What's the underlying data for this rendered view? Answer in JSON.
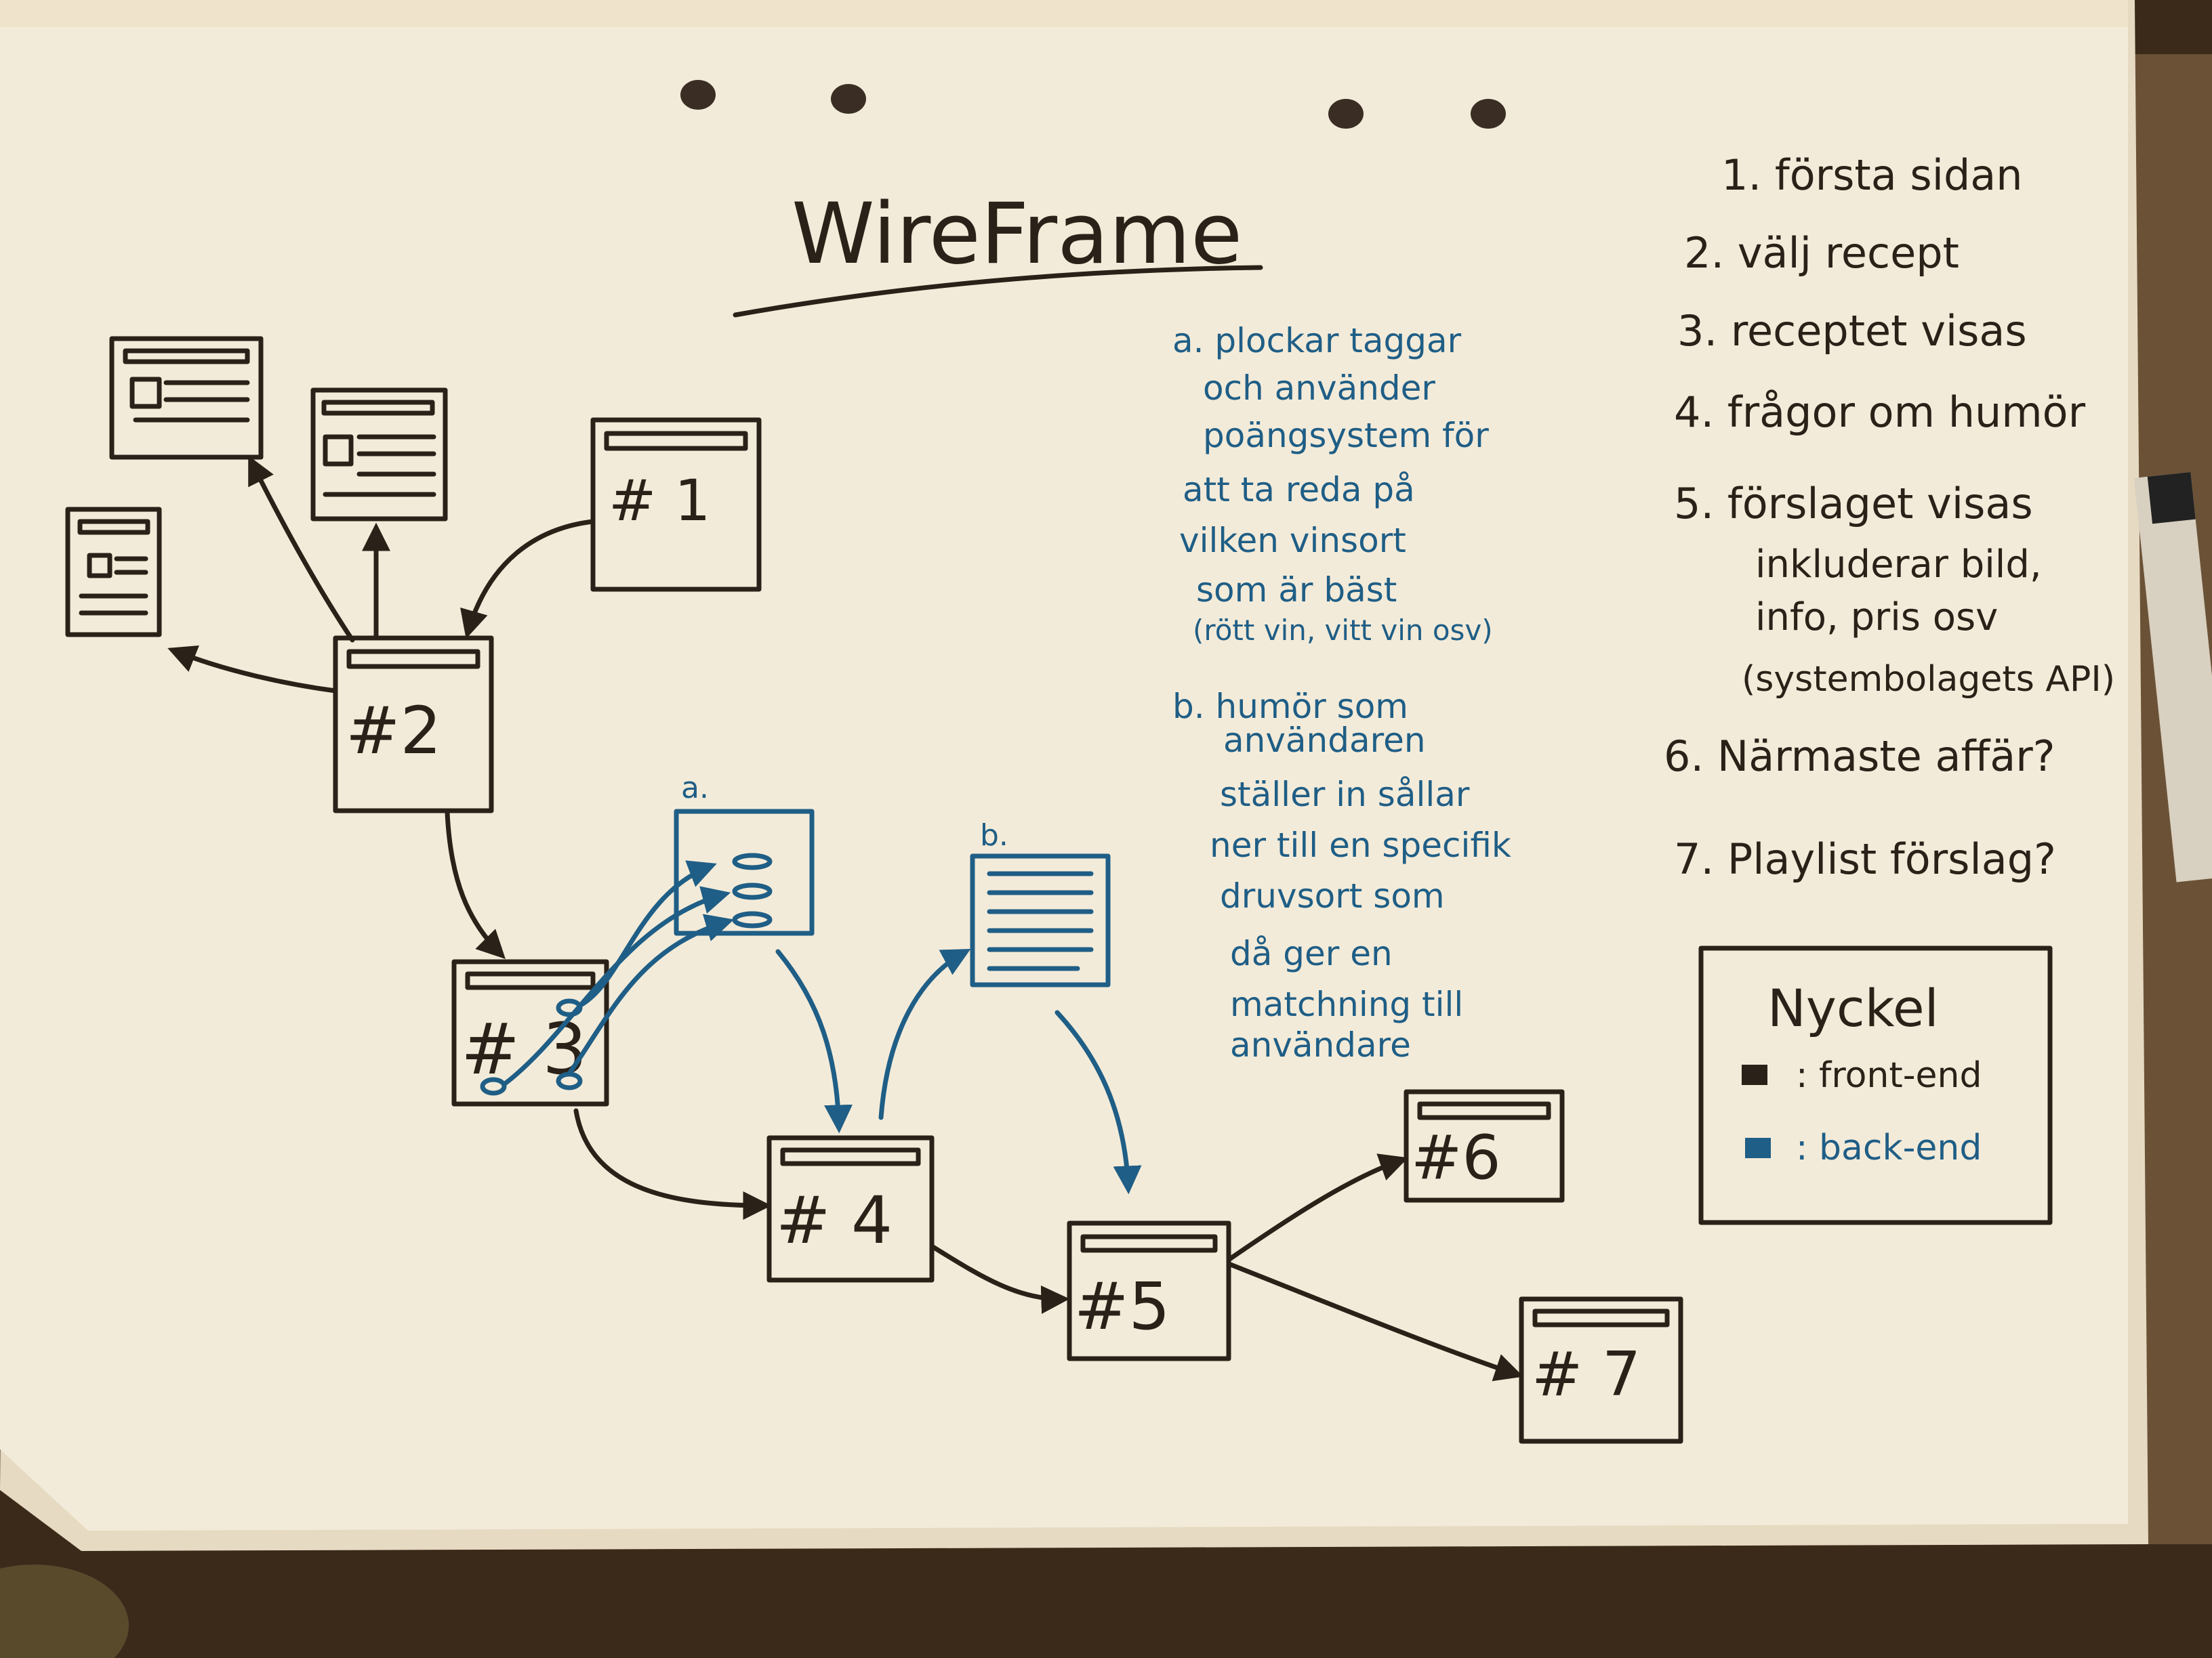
{
  "title": "WireFrame",
  "screens": {
    "s1": "# 1",
    "s2": "#2",
    "s3": "# 3",
    "s4": "# 4",
    "s5": "#5",
    "s6": "#6",
    "s7": "# 7"
  },
  "box_labels": {
    "a": "a.",
    "b": "b."
  },
  "notes_a": [
    "a. plockar taggar",
    "och använder",
    "poängsystem för",
    "att ta reda på",
    "vilken vinsort",
    "som är bäst",
    "(rött vin, vitt vin osv)"
  ],
  "notes_b": [
    "b. humör som",
    "användaren",
    "ställer in sållar",
    "ner till en specifik",
    "druvsort som",
    "då ger en",
    "matchning till",
    "användare"
  ],
  "list": [
    "1. första sidan",
    "2. välj recept",
    "3. receptet visas",
    "4. frågor om humör",
    "5. förslaget visas",
    "inkluderar bild,",
    "info, pris osv",
    "(systembolagets API)",
    "6. Närmaste affär?",
    "7. Playlist förslag?"
  ],
  "legend": {
    "title": "Nyckel",
    "front": ": front-end",
    "back": ": back-end"
  },
  "colors": {
    "paper": "#f3ebd9",
    "ink": "#2a2118",
    "blue_ink": "#1f5e86",
    "desk": "#3b2a1a"
  }
}
